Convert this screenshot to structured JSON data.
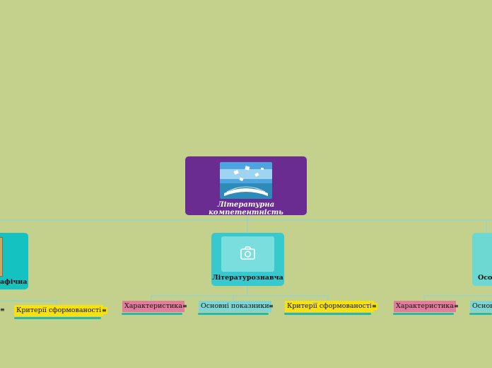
{
  "root": {
    "title": "Літературна компетентність",
    "image_icon": "open-book-flying-pages-image"
  },
  "branches": [
    {
      "id": "left",
      "title": "афічна",
      "image_icon": "bookshelf-image"
    },
    {
      "id": "mid",
      "title": "Літературознавча",
      "image_icon": "camera-icon"
    },
    {
      "id": "right",
      "title": "Особ"
    }
  ],
  "leaves": {
    "left_criteria": "Критерії сформованості",
    "mid_characteristics": "Характеристика",
    "mid_indicators": "Основні показники",
    "mid_criteria": "Критерії сформованості",
    "right_characteristics": "Характеристика",
    "right_indicators": "Основ"
  },
  "colors": {
    "background": "#c3d18d",
    "root": "#6a2c91",
    "branch_left": "#14c2c2",
    "branch_mid": "#38c9cf",
    "branch_right": "#6dd8d2",
    "leaf_pink": "#e37d9c",
    "leaf_yellow": "#f7e20e",
    "leaf_teal": "#7dd6d4"
  },
  "icons": {
    "notes": "menu-lines-icon"
  }
}
